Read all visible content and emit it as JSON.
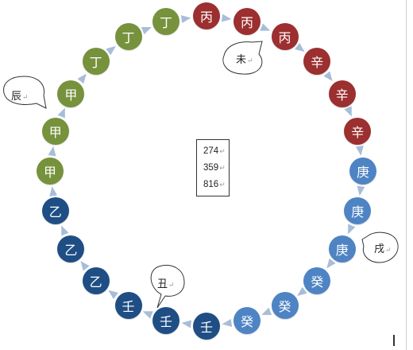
{
  "colors": {
    "red": "#9c2f2f",
    "blue": "#4f84c4",
    "navy": "#1f4e84",
    "green": "#76923c",
    "arrow": "#a8bdd8"
  },
  "nodes": [
    {
      "label": "丙",
      "color": "red"
    },
    {
      "label": "丙",
      "color": "red"
    },
    {
      "label": "丙",
      "color": "red"
    },
    {
      "label": "辛",
      "color": "red"
    },
    {
      "label": "辛",
      "color": "red"
    },
    {
      "label": "辛",
      "color": "red"
    },
    {
      "label": "庚",
      "color": "blue"
    },
    {
      "label": "庚",
      "color": "blue"
    },
    {
      "label": "庚",
      "color": "blue"
    },
    {
      "label": "癸",
      "color": "blue"
    },
    {
      "label": "癸",
      "color": "blue"
    },
    {
      "label": "癸",
      "color": "blue"
    },
    {
      "label": "壬",
      "color": "navy"
    },
    {
      "label": "壬",
      "color": "navy"
    },
    {
      "label": "壬",
      "color": "navy"
    },
    {
      "label": "乙",
      "color": "navy"
    },
    {
      "label": "乙",
      "color": "navy"
    },
    {
      "label": "乙",
      "color": "navy"
    },
    {
      "label": "甲",
      "color": "green"
    },
    {
      "label": "甲",
      "color": "green"
    },
    {
      "label": "甲",
      "color": "green"
    },
    {
      "label": "丁",
      "color": "green"
    },
    {
      "label": "丁",
      "color": "green"
    },
    {
      "label": "丁",
      "color": "green"
    }
  ],
  "callouts": {
    "wei": "未",
    "xu": "戌",
    "chou": "丑",
    "chen": "辰"
  },
  "paragraph_mark": "↵",
  "center_numbers": [
    "274",
    "359",
    "816"
  ]
}
